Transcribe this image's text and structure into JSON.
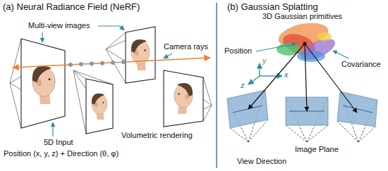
{
  "diagram": {
    "nodes": [
      {
        "text": [
          "(a) Neural Radiance Field (NeRF)"
        ]
      },
      {
        "text": [
          "(b) Gaussian Splatting"
        ]
      }
    ],
    "labels": [
      "Multi-view images",
      "Camera rays",
      "Volumetric rendering",
      "5D Input",
      "Position (x, y, z) + Direction (θ, φ)",
      "3D Gaussian primitives",
      "Position",
      "Covariance",
      "y",
      "z",
      "x",
      "Image Plane",
      "View Direction"
    ]
  }
}
